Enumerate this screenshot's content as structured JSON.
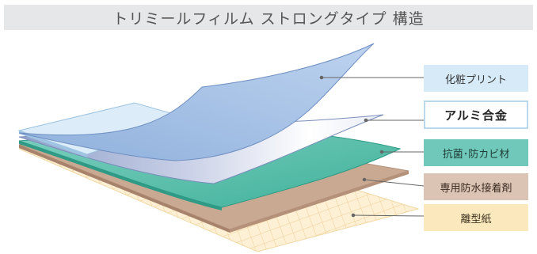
{
  "title": "トリミールフィルム ストロングタイプ 構造",
  "layers": {
    "print": "化粧プリント",
    "aluminum": "アルミ合金",
    "antibacterial": "抗菌･防カビ材",
    "adhesive": "専用防水接着剤",
    "liner": "離型紙"
  },
  "colors": {
    "title_bg": "#e6e7e8",
    "print_layer": "#a9c4e6",
    "aluminum_layer": "#dfe3f1",
    "antibacterial_layer": "#5fc1ad",
    "adhesive_layer": "#c7a892",
    "liner_layer": "#fae6c1"
  }
}
